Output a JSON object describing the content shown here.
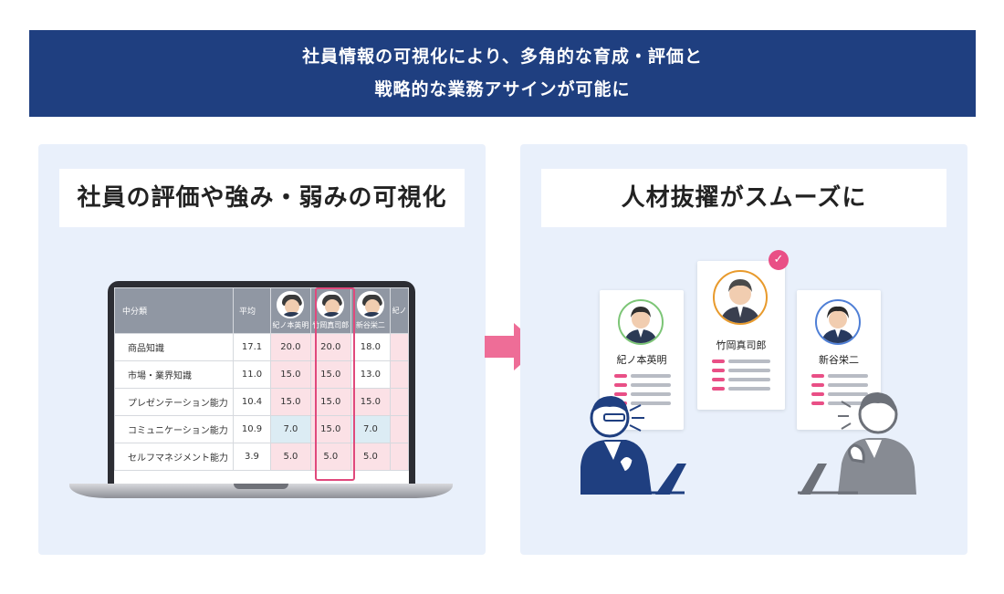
{
  "banner": {
    "line1": "社員情報の可視化により、多角的な育成・評価と",
    "line2": "戦略的な業務アサインが可能に"
  },
  "left_panel": {
    "title": "社員の評価や強み・弱みの可視化",
    "table": {
      "header_category": "中分類",
      "header_average": "平均",
      "people": [
        "紀ノ本英明",
        "竹岡真司郎",
        "新谷栄二",
        "紀ノ"
      ],
      "rows": [
        {
          "category": "商品知識",
          "average": "17.1",
          "scores": [
            "20.0",
            "20.0",
            "18.0"
          ],
          "colors": [
            "pink",
            "pink",
            "white"
          ]
        },
        {
          "category": "市場・業界知識",
          "average": "11.0",
          "scores": [
            "15.0",
            "15.0",
            "13.0"
          ],
          "colors": [
            "pink",
            "pink",
            "white"
          ]
        },
        {
          "category": "プレゼンテーション能力",
          "average": "10.4",
          "scores": [
            "15.0",
            "15.0",
            "15.0"
          ],
          "colors": [
            "pink",
            "pink",
            "pink"
          ]
        },
        {
          "category": "コミュニケーション能力",
          "average": "10.9",
          "scores": [
            "7.0",
            "15.0",
            "7.0"
          ],
          "colors": [
            "blue",
            "pink",
            "blue"
          ]
        },
        {
          "category": "セルフマネジメント能力",
          "average": "3.9",
          "scores": [
            "5.0",
            "5.0",
            "5.0"
          ],
          "colors": [
            "pink",
            "pink",
            "pink"
          ]
        }
      ],
      "highlight_color": "#e0497c"
    }
  },
  "right_panel": {
    "title": "人材抜擢がスムーズに",
    "cards": [
      {
        "name": "紀ノ本英明",
        "ring_color": "#7cc576"
      },
      {
        "name": "竹岡真司郎",
        "ring_color": "#e89a2c",
        "selected": true
      },
      {
        "name": "新谷栄二",
        "ring_color": "#4f7fd6"
      }
    ]
  },
  "colors": {
    "banner": "#1f3f80",
    "panel": "#e9f0fb",
    "accent_pink": "#e94f86",
    "arrow": "#ee6d97"
  },
  "icons": [
    "check-icon",
    "arrow-right-icon",
    "laptop-icon",
    "person-icon"
  ]
}
